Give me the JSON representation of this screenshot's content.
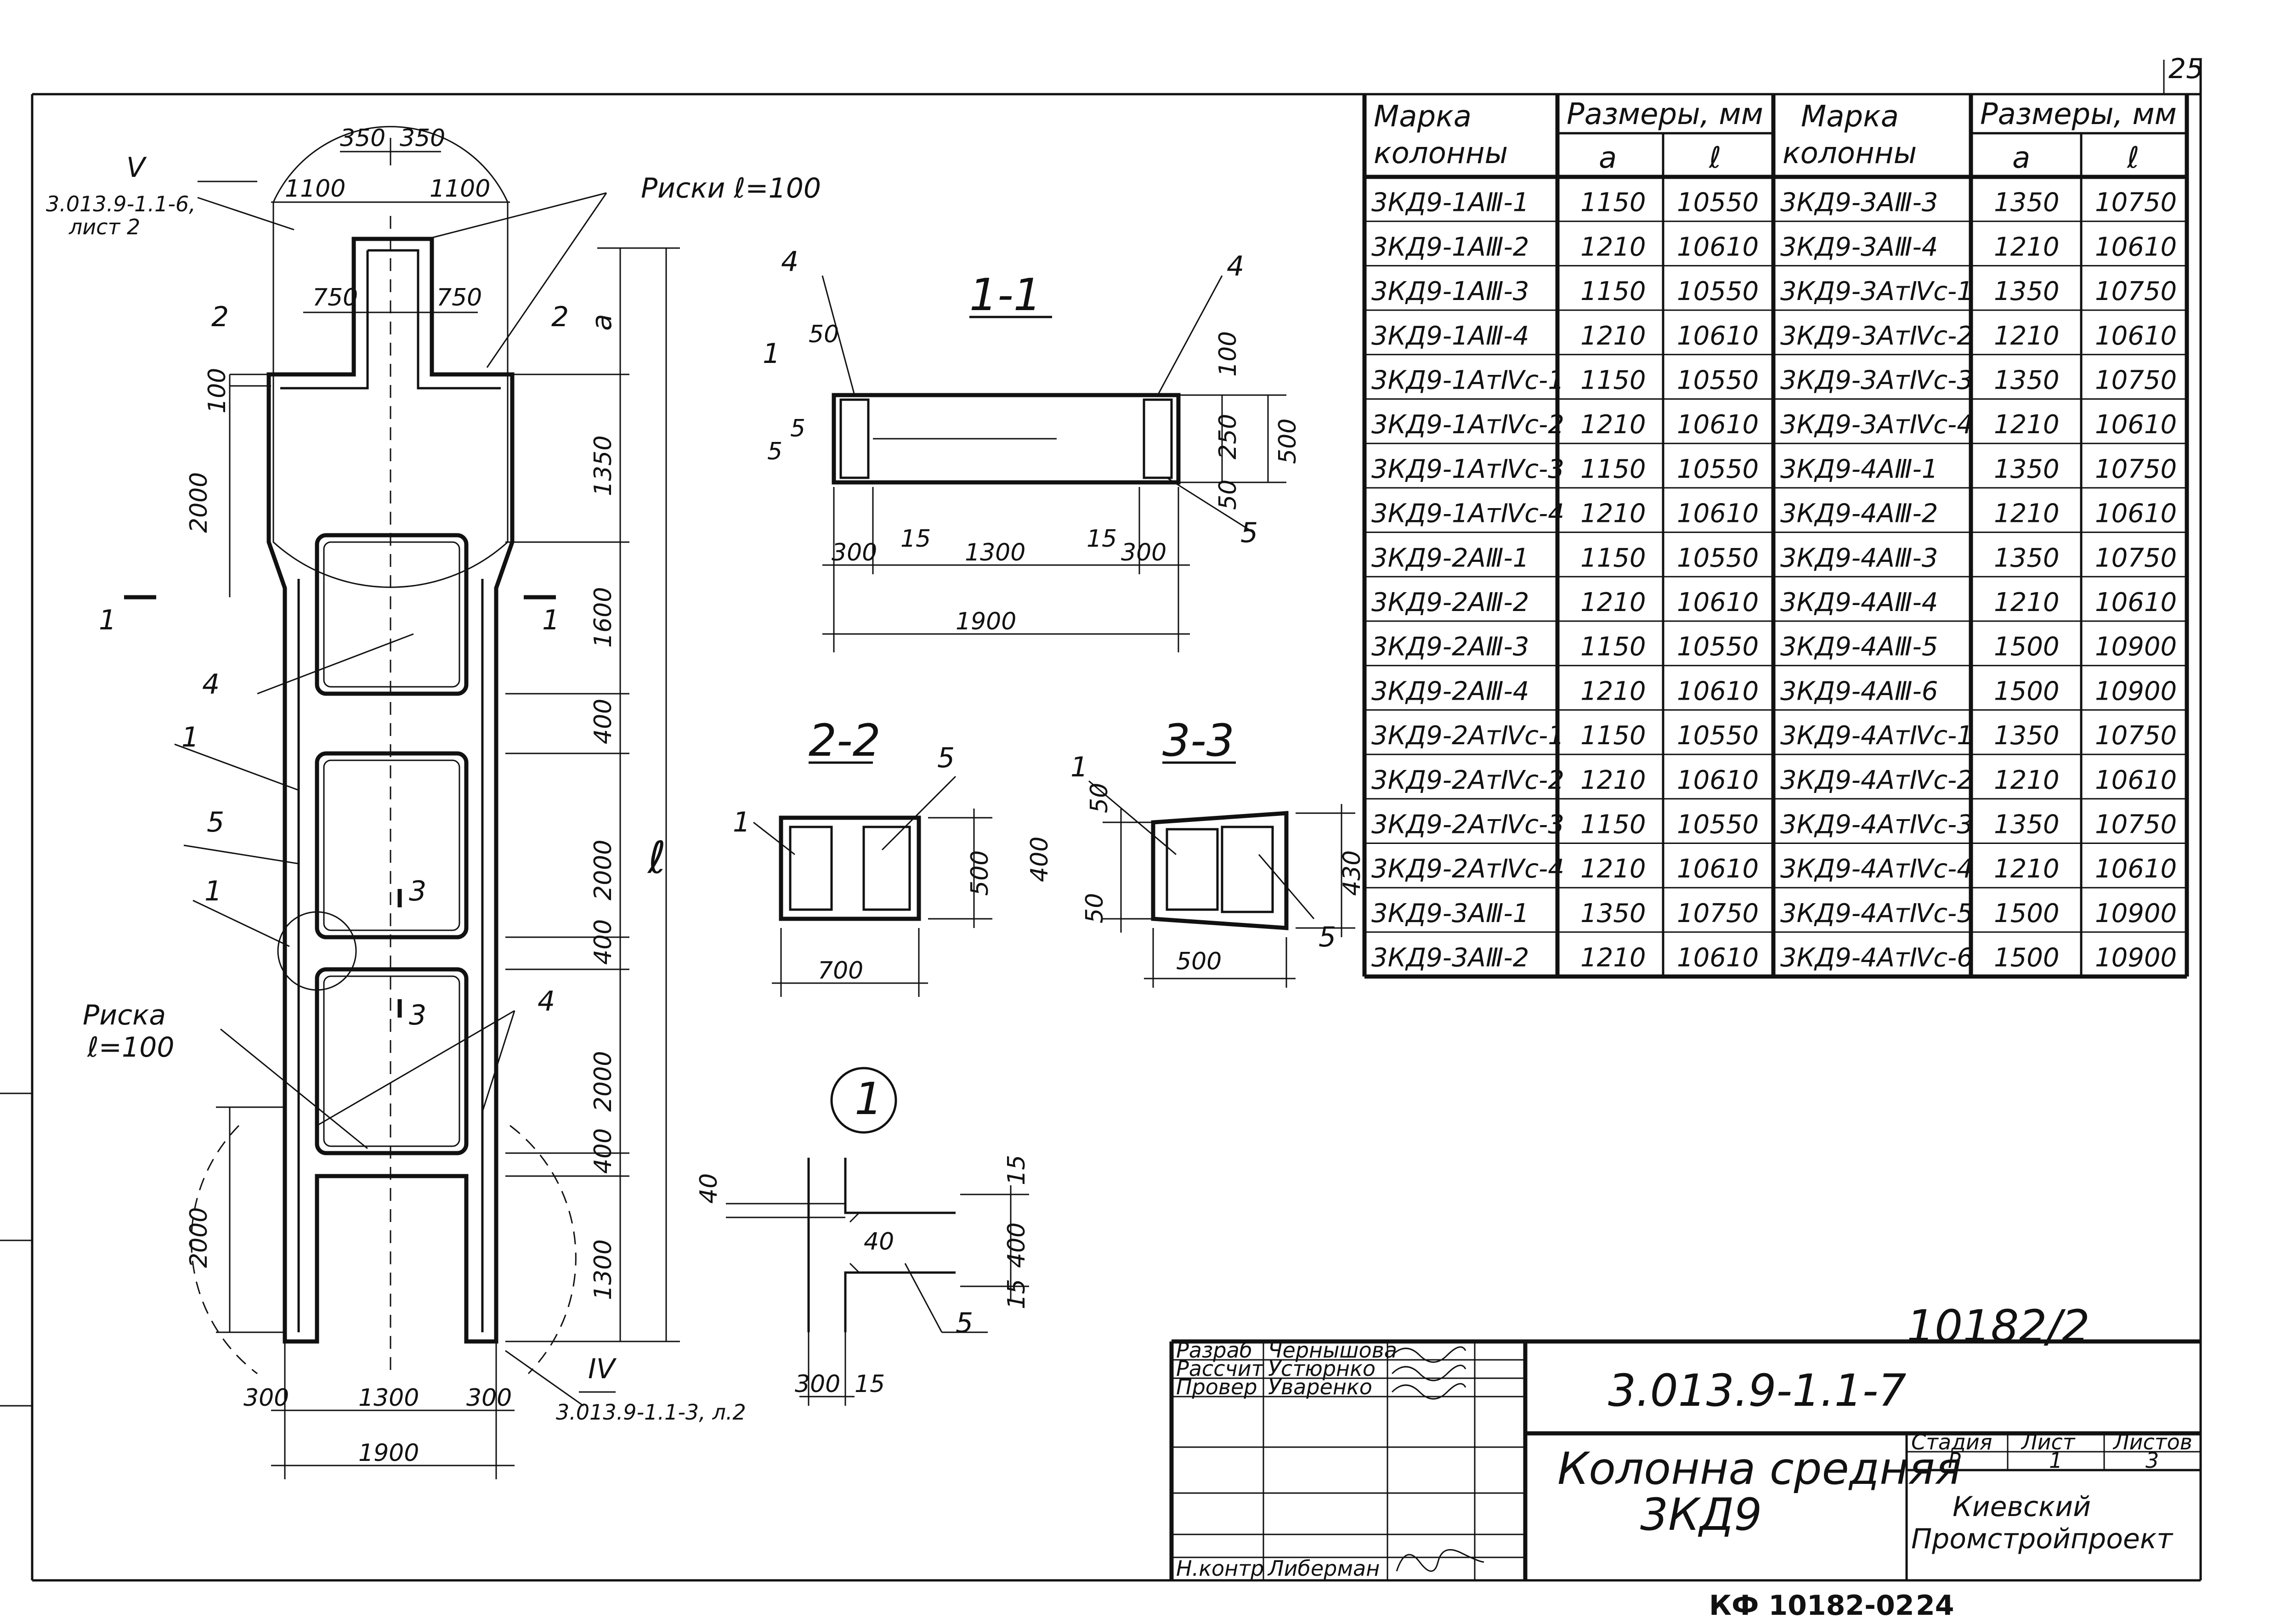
{
  "drawing": {
    "page_number_top": "25",
    "page_number_bottom": "24",
    "archive_code": "10182/2",
    "bottom_code": "КФ 10182-02",
    "designation": "3.013.9-1.1-7",
    "title_line1": "Колонна средняя",
    "title_line2": "3КД9",
    "organization_line1": "Киевский",
    "organization_line2": "Промстройпроект",
    "stage_header": "Стадия",
    "sheet_header": "Лист",
    "sheets_header": "Листов",
    "stage": "Р",
    "sheet": "1",
    "sheets": "3"
  },
  "signatures": [
    {
      "role": "Разраб",
      "name": "Чернышова"
    },
    {
      "role": "Рассчит",
      "name": "Устюрнко"
    },
    {
      "role": "Провер",
      "name": "Уваренко"
    },
    {
      "role": "Н.контр",
      "name": "Либерман"
    }
  ],
  "table": {
    "col_mark": "Марка колонны",
    "col_sizes": "Размеры, мм",
    "col_a": "a",
    "col_l": "ℓ",
    "left": [
      [
        "3КД9-1АⅢ-1",
        "1150",
        "10550"
      ],
      [
        "3КД9-1АⅢ-2",
        "1210",
        "10610"
      ],
      [
        "3КД9-1АⅢ-3",
        "1150",
        "10550"
      ],
      [
        "3КД9-1АⅢ-4",
        "1210",
        "10610"
      ],
      [
        "3КД9-1АтⅣс-1",
        "1150",
        "10550"
      ],
      [
        "3КД9-1АтⅣс-2",
        "1210",
        "10610"
      ],
      [
        "3КД9-1АтⅣс-3",
        "1150",
        "10550"
      ],
      [
        "3КД9-1АтⅣс-4",
        "1210",
        "10610"
      ],
      [
        "3КД9-2АⅢ-1",
        "1150",
        "10550"
      ],
      [
        "3КД9-2АⅢ-2",
        "1210",
        "10610"
      ],
      [
        "3КД9-2АⅢ-3",
        "1150",
        "10550"
      ],
      [
        "3КД9-2АⅢ-4",
        "1210",
        "10610"
      ],
      [
        "3КД9-2АтⅣс-1",
        "1150",
        "10550"
      ],
      [
        "3КД9-2АтⅣс-2",
        "1210",
        "10610"
      ],
      [
        "3КД9-2АтⅣс-3",
        "1150",
        "10550"
      ],
      [
        "3КД9-2АтⅣс-4",
        "1210",
        "10610"
      ],
      [
        "3КД9-3АⅢ-1",
        "1350",
        "10750"
      ],
      [
        "3КД9-3АⅢ-2",
        "1210",
        "10610"
      ]
    ],
    "right": [
      [
        "3КД9-3АⅢ-3",
        "1350",
        "10750"
      ],
      [
        "3КД9-3АⅢ-4",
        "1210",
        "10610"
      ],
      [
        "3КД9-3АтⅣс-1",
        "1350",
        "10750"
      ],
      [
        "3КД9-3АтⅣс-2",
        "1210",
        "10610"
      ],
      [
        "3КД9-3АтⅣс-3",
        "1350",
        "10750"
      ],
      [
        "3КД9-3АтⅣс-4",
        "1210",
        "10610"
      ],
      [
        "3КД9-4АⅢ-1",
        "1350",
        "10750"
      ],
      [
        "3КД9-4АⅢ-2",
        "1210",
        "10610"
      ],
      [
        "3КД9-4АⅢ-3",
        "1350",
        "10750"
      ],
      [
        "3КД9-4АⅢ-4",
        "1210",
        "10610"
      ],
      [
        "3КД9-4АⅢ-5",
        "1500",
        "10900"
      ],
      [
        "3КД9-4АⅢ-6",
        "1500",
        "10900"
      ],
      [
        "3КД9-4АтⅣс-1",
        "1350",
        "10750"
      ],
      [
        "3КД9-4АтⅣс-2",
        "1210",
        "10610"
      ],
      [
        "3КД9-4АтⅣс-3",
        "1350",
        "10750"
      ],
      [
        "3КД9-4АтⅣс-4",
        "1210",
        "10610"
      ],
      [
        "3КД9-4АтⅣс-5",
        "1500",
        "10900"
      ],
      [
        "3КД9-4АтⅣс-6",
        "1500",
        "10900"
      ]
    ]
  },
  "elevation": {
    "dim_top_350a": "350",
    "dim_top_350b": "350",
    "dim_1100a": "1100",
    "dim_1100b": "1100",
    "dim_750a": "750",
    "dim_750b": "750",
    "dim_100": "100",
    "dim_2000_left_top": "2000",
    "dim_2000_left_bottom": "2000",
    "dim_a": "a",
    "dim_1350": "1350",
    "dim_1600": "1600",
    "dim_400a": "400",
    "dim_2000a": "2000",
    "dim_400b": "400",
    "dim_2000b": "2000",
    "dim_400c": "400",
    "dim_1300_right": "1300",
    "dim_l": "ℓ",
    "dim_300a": "300",
    "dim_1300": "1300",
    "dim_300b": "300",
    "dim_1900": "1900",
    "ref_v_numeral": "V",
    "ref_v_text1": "3.013.9-1.1-6,",
    "ref_v_text2": "лист 2",
    "ref_iv_numeral": "IV",
    "ref_iv_text": "3.013.9-1.1-3, л.2",
    "riski_label": "Риски ℓ=100",
    "riska_label1": "Риска",
    "riska_label2": "ℓ=100",
    "cut1_left": "1",
    "cut1_right": "1",
    "cut2_left": "2",
    "cut2_right": "2",
    "cut3_top": "3",
    "cut3_bottom": "3",
    "pos4": "4",
    "pos4b": "4",
    "pos1": "1",
    "pos5": "5",
    "pos1b": "1"
  },
  "section11": {
    "title": "1-1",
    "pos4a": "4",
    "pos4b": "4",
    "pos1": "1",
    "pos5": "5",
    "dim_50": "50",
    "dim_5a": "5",
    "dim_5b": "5",
    "dim_100": "100",
    "dim_250": "250",
    "dim_500": "500",
    "dim_50b": "50",
    "dim_15a": "15",
    "dim_15b": "15",
    "dim_300a": "300",
    "dim_1300": "1300",
    "dim_300b": "300",
    "dim_1900": "1900"
  },
  "section22": {
    "title": "2-2",
    "pos1": "1",
    "pos5": "5",
    "dim_500": "500",
    "dim_700": "700"
  },
  "section33": {
    "title": "3-3",
    "pos1": "1",
    "pos5": "5",
    "dim_50a": "50",
    "dim_400": "400",
    "dim_50b": "50",
    "dim_430": "430",
    "dim_500": "500"
  },
  "node1": {
    "title": "1",
    "pos5": "5",
    "dim_40a": "40",
    "dim_40b": "40",
    "dim_15a": "15",
    "dim_400": "400",
    "dim_15b": "15",
    "dim_300": "300",
    "dim_15c": "15"
  }
}
